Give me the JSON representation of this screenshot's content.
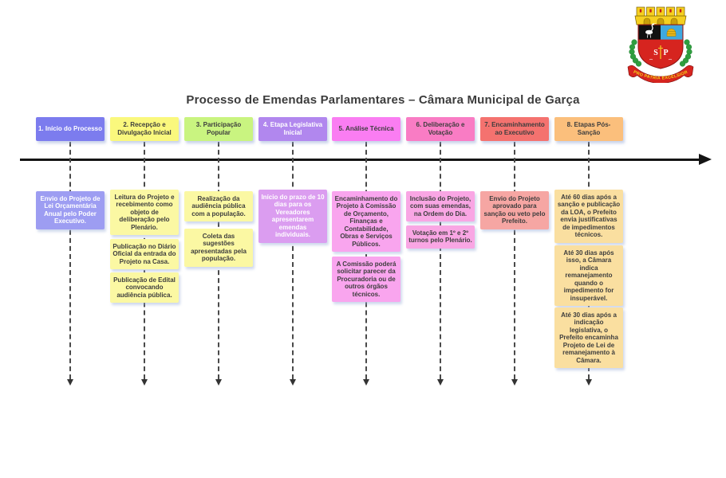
{
  "title": "Processo de Emendas Parlamentares – Câmara Municipal de Garça",
  "logo": {
    "name": "brasao-municipal-de-garca",
    "motto": "PRO PATRIA EXCELSIOR",
    "monogram_left": "S",
    "monogram_right": "P"
  },
  "timeline": {
    "axis_color": "#141414",
    "connector_color": "#4a4a4a"
  },
  "stages": [
    {
      "label": "1. Início do Processo",
      "header_color": "#7c7cee",
      "header_text_color": "#ffffff",
      "note_color": "#9d9df2",
      "note_text_color": "#ffffff",
      "notes": [
        "Envio do Projeto de Lei Orçamentária Anual pelo Poder Executivo."
      ]
    },
    {
      "label": "2. Recepção e Divulgação Inicial",
      "header_color": "#faf87d",
      "header_text_color": "#3d3d3d",
      "note_color": "#fbf8a3",
      "note_text_color": "#3d3d3d",
      "notes": [
        "Leitura do Projeto e recebimento como objeto de deliberação pelo Plenário.",
        "Publicação no Diário Oficial da entrada do Projeto na Casa.",
        "Publicação de Edital convocando audiência pública."
      ]
    },
    {
      "label": "3. Participação Popular",
      "header_color": "#c9f480",
      "header_text_color": "#3d3d3d",
      "note_color": "#fbf8a3",
      "note_text_color": "#3d3d3d",
      "notes": [
        "Realização da audiência pública com a população.",
        "Coleta das sugestões apresentadas pela população."
      ]
    },
    {
      "label": "4. Etapa Legislativa Inicial",
      "header_color": "#b187ee",
      "header_text_color": "#ffffff",
      "note_color": "#db9df0",
      "note_text_color": "#ffffff",
      "notes": [
        "Início do prazo de 10 dias para os Vereadores apresentarem emendas individuais."
      ]
    },
    {
      "label": "5. Análise Técnica",
      "header_color": "#fa7df2",
      "header_text_color": "#3d3d3d",
      "note_color": "#f9a5ee",
      "note_text_color": "#3d3d3d",
      "notes": [
        "Encaminhamento do Projeto à Comissão de Orçamento, Finanças e Contabilidade, Obras e Serviços Públicos.",
        "A Comissão poderá solicitar parecer da Procuradoria ou de outros órgãos técnicos."
      ]
    },
    {
      "label": "6. Deliberação e Votação",
      "header_color": "#f97cc4",
      "header_text_color": "#3d3d3d",
      "note_color": "#f9a6e4",
      "note_text_color": "#3d3d3d",
      "notes": [
        "Inclusão do Projeto, com suas emendas, na Ordem do Dia.",
        "Votação em 1º e 2º turnos pelo Plenário."
      ]
    },
    {
      "label": "7. Encaminhamento ao Executivo",
      "header_color": "#f4726f",
      "header_text_color": "#3d3d3d",
      "note_color": "#f6a6a3",
      "note_text_color": "#3d3d3d",
      "notes": [
        "Envio do Projeto aprovado para sanção ou veto pelo Prefeito."
      ]
    },
    {
      "label": "8. Etapas Pós-Sanção",
      "header_color": "#fbbf7c",
      "header_text_color": "#3d3d3d",
      "note_color": "#fadfa0",
      "note_text_color": "#3d3d3d",
      "notes": [
        "Até 60 dias após a sanção e publicação da LOA, o Prefeito envia justificativas de impedimentos técnicos.",
        "Até 30 dias após isso, a Câmara indica remanejamento quando o impedimento for insuperável.",
        "Até 30 dias após a indicação legislativa, o Prefeito encaminha Projeto de Lei de remanejamento à Câmara."
      ]
    }
  ]
}
